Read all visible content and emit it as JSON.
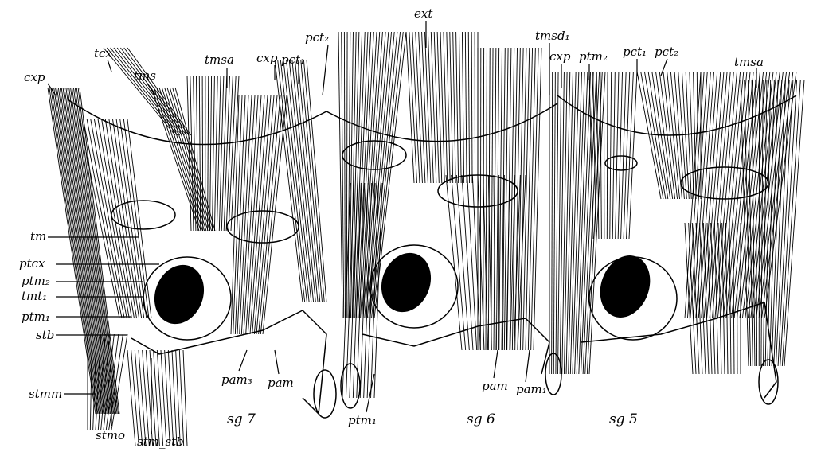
{
  "figure": {
    "top_labels": [
      "cxp",
      "tcx",
      "tms",
      "tmsa",
      "cxp",
      "pct₁",
      "pct₂",
      "ext",
      "tmsd₁",
      "cxp",
      "ptm₂",
      "pct₁",
      "pct₂",
      "tmsa"
    ],
    "left_labels": [
      "tm",
      "ptcx",
      "ptm₂",
      "tmt₁",
      "ptm₁",
      "stb",
      "stmm",
      "stmo",
      "stm_stb"
    ],
    "bottom_labels": [
      "pam₃",
      "pam",
      "ptm₁",
      "pam",
      "pam₁"
    ],
    "segment_labels": [
      "sg 7",
      "sg 6",
      "sg 5"
    ]
  }
}
